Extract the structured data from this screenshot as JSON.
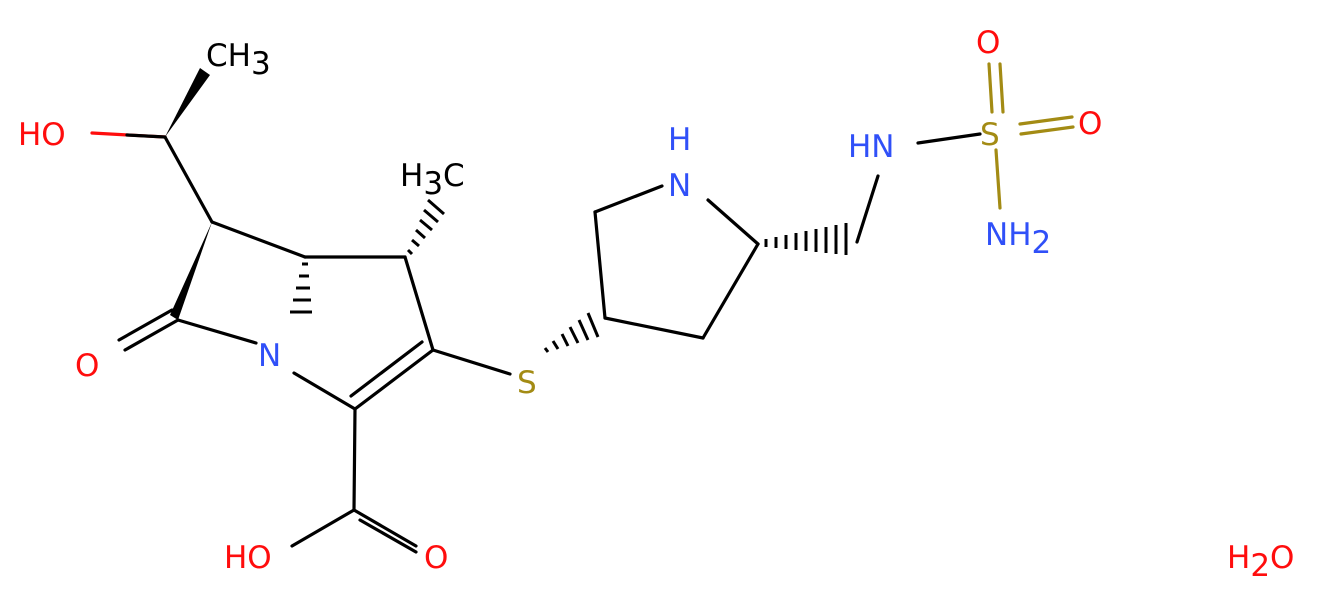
{
  "molecule": {
    "atoms": {
      "CH3_top": {
        "main": "CH",
        "sub": "3"
      },
      "HO_left": {
        "main": "HO"
      },
      "H3C_mid": {
        "pre": "H",
        "sub": "3",
        "post": "C"
      },
      "O_lactam": {
        "main": "O"
      },
      "N_ring": {
        "main": "N"
      },
      "S_thio": {
        "main": "S"
      },
      "NH_pyr": {
        "main": "H",
        "line2": "N"
      },
      "HN_sulf": {
        "main": "HN"
      },
      "S_sulf": {
        "main": "S"
      },
      "O_sulf_top": {
        "main": "O"
      },
      "O_sulf_right": {
        "main": "O"
      },
      "NH2": {
        "main": "NH",
        "sub": "2"
      },
      "HO_acid": {
        "main": "HO"
      },
      "O_acid": {
        "main": "O"
      }
    },
    "water": {
      "main": "H",
      "sub": "2",
      "post": "O"
    }
  },
  "colors": {
    "carbon": "#000000",
    "oxygen": "#ff0d0d",
    "nitrogen": "#3050f8",
    "sulfur": "#a38b14"
  }
}
